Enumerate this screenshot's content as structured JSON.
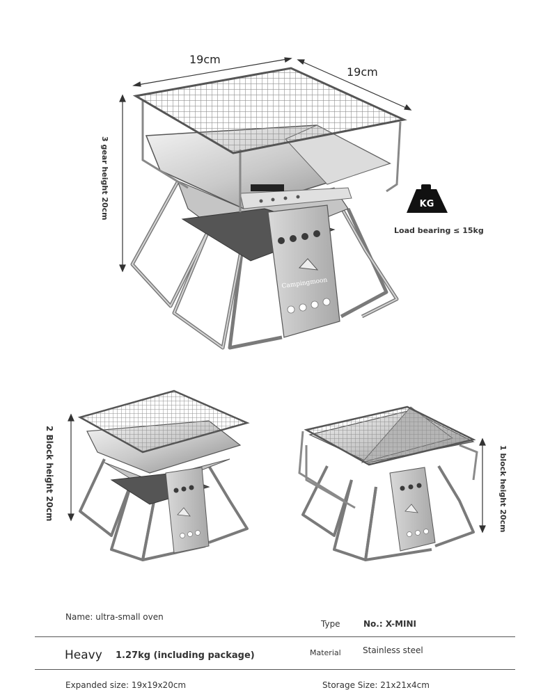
{
  "dimensions": {
    "top_width": "19cm",
    "top_depth": "19cm",
    "left_height": "3 gear height 20cm",
    "small_left_height": "2 Block height 20cm",
    "small_right_height": "1 block height 20cm"
  },
  "load": {
    "weight_icon_text": "KG",
    "label": "Load bearing ≤ 15kg"
  },
  "brand_plate_text": "Campingmoon",
  "specs": {
    "name": "Name: ultra-small oven",
    "type_label": "Type",
    "type_value": "No.: X-MINI",
    "heavy_label": "Heavy",
    "heavy_value": "1.27kg (including package)",
    "material_label": "Material",
    "material_value": "Stainless steel",
    "expanded": "Expanded size: 19x19x20cm",
    "storage": "Storage Size: 21x21x4cm"
  },
  "colors": {
    "steel_light": "#e8e8e8",
    "steel_mid": "#b9b9b9",
    "steel_dark": "#6d6d6d",
    "line": "#333333"
  }
}
